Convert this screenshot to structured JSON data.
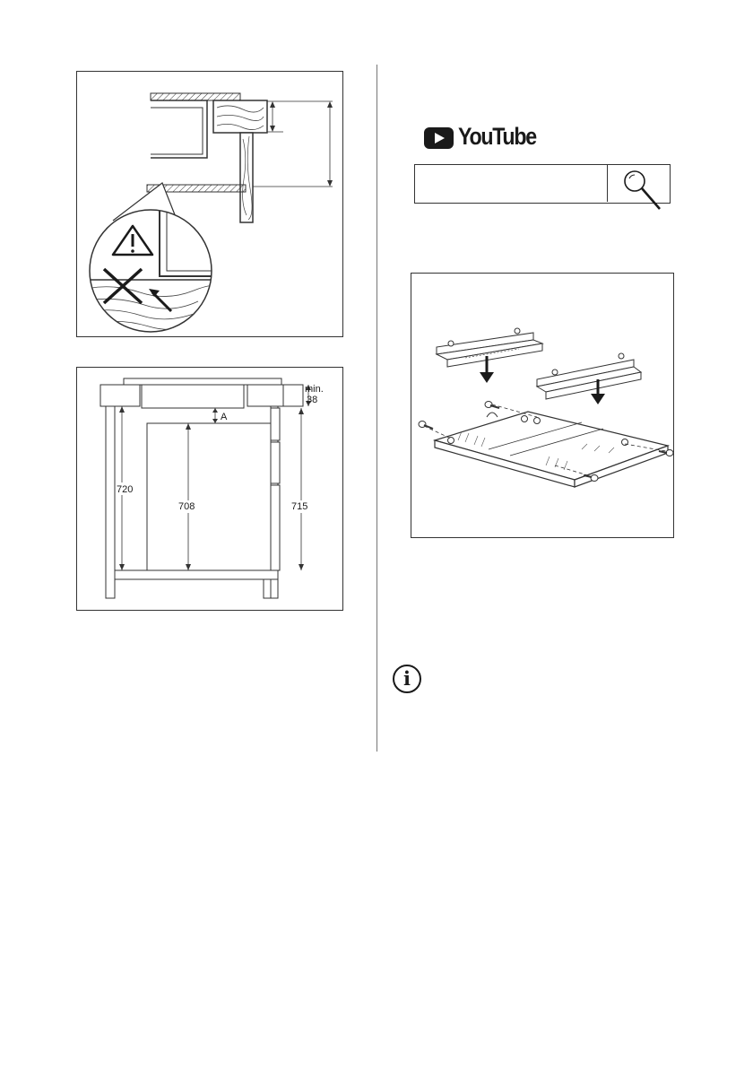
{
  "page": {
    "youtube": {
      "logo_text": "YouTube",
      "search_placeholder": ""
    },
    "dimensions_figure": {
      "min_label": "min.",
      "min_value": "38",
      "gap_label": "A",
      "height_left": "720",
      "height_center": "708",
      "height_right": "715"
    },
    "footer_text": "",
    "icons": {
      "warning": "warning-triangle-icon",
      "prohibited": "prohibited-x-icon",
      "search": "magnifier-icon",
      "info": "info-icon"
    },
    "colors": {
      "ink": "#1a1a1a",
      "paper": "#ffffff"
    }
  }
}
